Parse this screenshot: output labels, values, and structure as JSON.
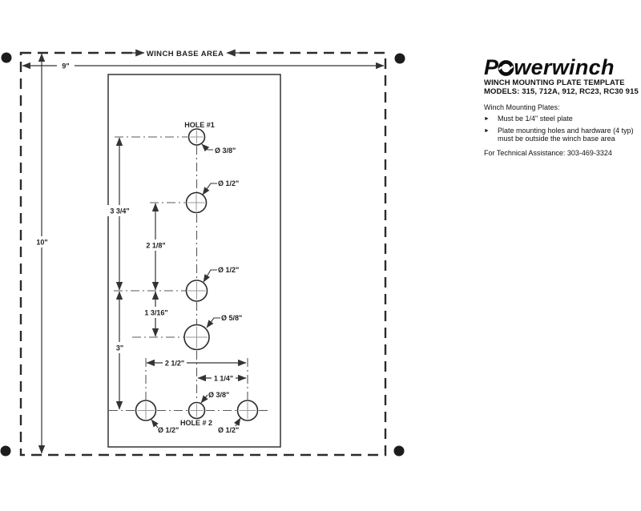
{
  "drawing": {
    "winch_base_area_label": "WINCH BASE AREA",
    "dims": {
      "base_width": "9\"",
      "base_height": "10\"",
      "hole1_to_hole3": "3 3/4\"",
      "hole2_to_hole3": "2 1/8\"",
      "hole3_to_hole4": "1 3/16\"",
      "hole3_to_bottom_row": "3\"",
      "bottom_row_span": "2 1/2\"",
      "center_to_right": "1 1/4\""
    },
    "holes": {
      "hole1_label": "HOLE #1",
      "hole2_label": "HOLE # 2",
      "dia_38": "Ø 3/8\"",
      "dia_12": "Ø 1/2\"",
      "dia_58": "Ø 5/8\""
    }
  },
  "info": {
    "logo_name": "Powerwinch",
    "logo_p": "P",
    "logo_rest": "werwinch",
    "title": "WINCH MOUNTING PLATE TEMPLATE",
    "models": "MODELS: 315, 712A, 912, RC23, RC30 915",
    "subtitle": "Winch Mounting Plates:",
    "bullet_icon": "►",
    "bullets": [
      "Must be 1/4\" steel plate",
      "Plate mounting holes and hardware (4 typ)\nmust be outside the winch base area"
    ],
    "assistance": "For Technical Assistance: 303-469-3324"
  },
  "colors": {
    "line": "#333333",
    "border": "#2b2b2b",
    "crosshair": "#999999",
    "text": "#111111"
  }
}
